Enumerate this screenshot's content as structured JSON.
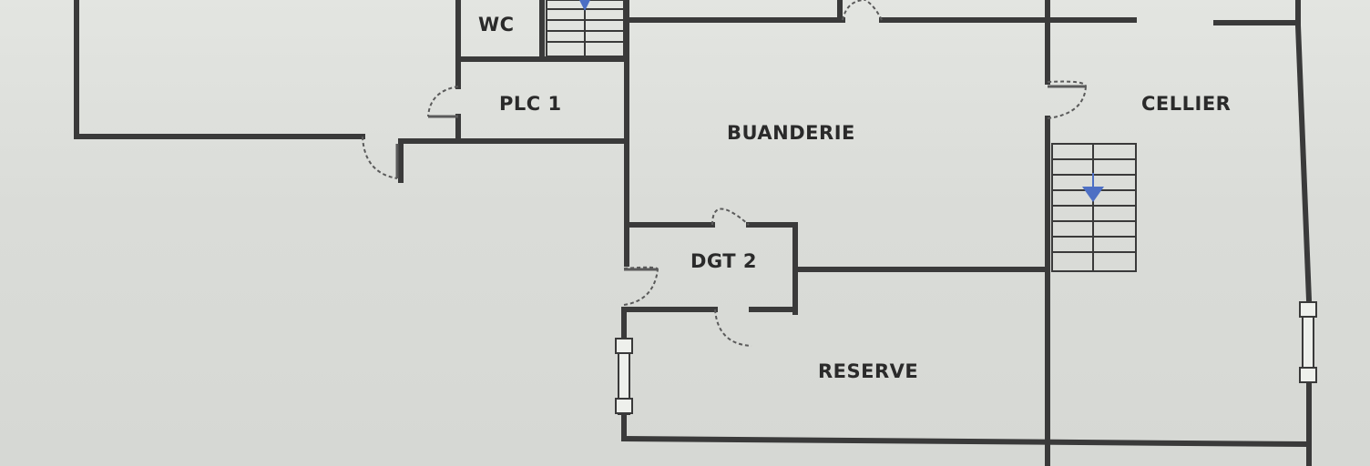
{
  "rooms": {
    "wc": "WC",
    "plc1": "PLC 1",
    "buanderie": "BUANDERIE",
    "cellier": "CELLIER",
    "dgt2": "DGT 2",
    "reserve": "RESERVE"
  },
  "colors": {
    "wall": "#3a3a3a",
    "door_arc": "#5a5a5a",
    "stair_arrow": "#4d6fc4",
    "background": "#dcdeda"
  },
  "icons": [
    "stair-down-arrow-icon",
    "stair-down-arrow-icon"
  ]
}
